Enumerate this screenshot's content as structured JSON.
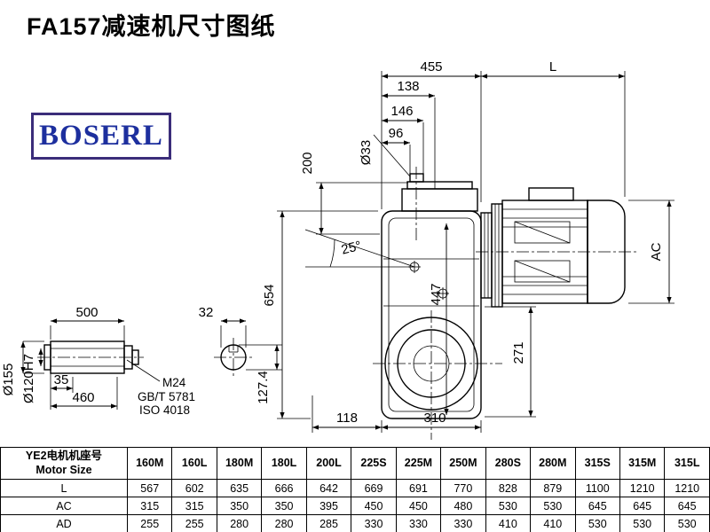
{
  "title": "FA157减速机尺寸图纸",
  "logo": {
    "text": "BOSERL",
    "text_color": "#1d2f9e",
    "border_color": "#3b2d7a"
  },
  "dims": {
    "w455": "455",
    "L": "L",
    "d138": "138",
    "d146": "146",
    "d96": "96",
    "dia33": "Ø33",
    "v200": "200",
    "ang25": "25°",
    "h654": "654",
    "h447": "447",
    "AC": "AC",
    "h271": "271",
    "b118": "118",
    "b310": "310",
    "len500": "500",
    "w32": "32",
    "s35": "35",
    "len460": "460",
    "dia155": "Ø155",
    "dia120": "Ø120H7",
    "k1274": "127.4",
    "thread": "M24",
    "std1": "GB/T 5781",
    "std2": "ISO 4018"
  },
  "table": {
    "header_cn": "YE2电机机座号",
    "header_en": "Motor Size",
    "columns": [
      "160M",
      "160L",
      "180M",
      "180L",
      "200L",
      "225S",
      "225M",
      "250M",
      "280S",
      "280M",
      "315S",
      "315M",
      "315L"
    ],
    "rows": [
      {
        "label": "L",
        "values": [
          "567",
          "602",
          "635",
          "666",
          "642",
          "669",
          "691",
          "770",
          "828",
          "879",
          "1100",
          "1210",
          "1210"
        ]
      },
      {
        "label": "AC",
        "values": [
          "315",
          "315",
          "350",
          "350",
          "395",
          "450",
          "450",
          "480",
          "530",
          "530",
          "645",
          "645",
          "645"
        ]
      },
      {
        "label": "AD",
        "values": [
          "255",
          "255",
          "280",
          "280",
          "285",
          "330",
          "330",
          "330",
          "410",
          "410",
          "530",
          "530",
          "530"
        ]
      }
    ]
  }
}
